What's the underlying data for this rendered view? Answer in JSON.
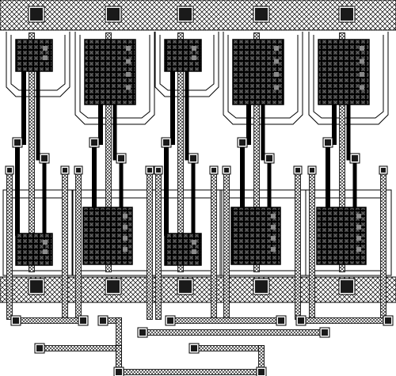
{
  "diagram": {
    "kind": "ic-layout",
    "colors": {
      "background": "#ffffff",
      "stroke": "#000000",
      "hatch": "#000000",
      "contact": "#1a1a1a",
      "via": "#8a8a8a"
    },
    "rails": [
      {
        "name": "top-power-rail",
        "pattern": "cross-hatch"
      },
      {
        "name": "bottom-ground-rail",
        "pattern": "cross-hatch"
      }
    ],
    "cells": [
      {
        "name": "cell-1",
        "kind": "narrow"
      },
      {
        "name": "cell-2",
        "kind": "wide"
      },
      {
        "name": "cell-3",
        "kind": "narrow"
      },
      {
        "name": "cell-4",
        "kind": "wide"
      },
      {
        "name": "cell-5",
        "kind": "wide"
      }
    ]
  }
}
